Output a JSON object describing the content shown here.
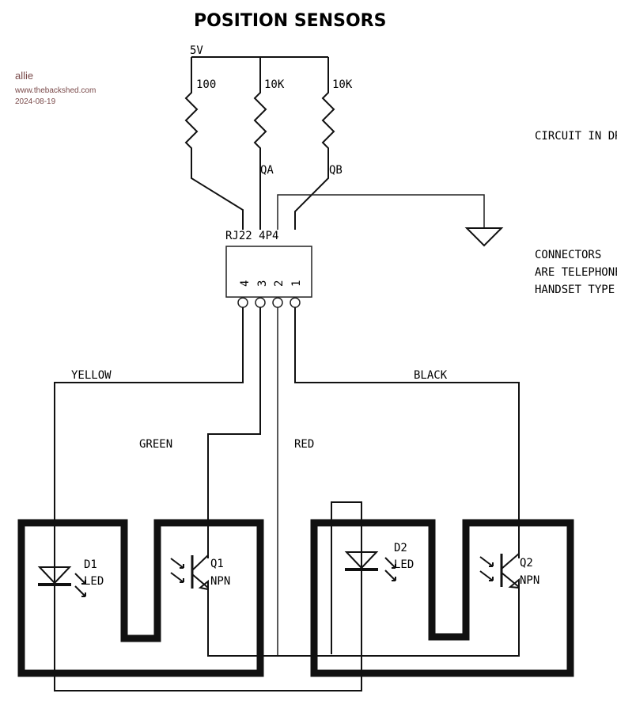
{
  "watermark": {
    "author": "allie",
    "site": "www.thebackshed.com",
    "date": "2024-08-19"
  },
  "diagram": {
    "title": "POSITION SENSORS",
    "supply_label": "5V",
    "resistors": [
      {
        "value": "100"
      },
      {
        "value": "10K",
        "net": "QA"
      },
      {
        "value": "10K",
        "net": "QB"
      }
    ],
    "connector": {
      "label": "RJ22 4P4",
      "pins": [
        "4",
        "3",
        "2",
        "1"
      ]
    },
    "wire_colors": {
      "yellow": "YELLOW",
      "green": "GREEN",
      "red": "RED",
      "black": "BLACK"
    },
    "notes": {
      "circuit": "CIRCUIT IN DRO",
      "connectors_line1": "CONNECTORS",
      "connectors_line2": "ARE TELEPHONE",
      "connectors_line3": "HANDSET TYPE"
    },
    "components": [
      {
        "ref": "D1",
        "type": "LED"
      },
      {
        "ref": "Q1",
        "type": "NPN"
      },
      {
        "ref": "D2",
        "type": "LED"
      },
      {
        "ref": "Q2",
        "type": "NPN"
      }
    ]
  }
}
